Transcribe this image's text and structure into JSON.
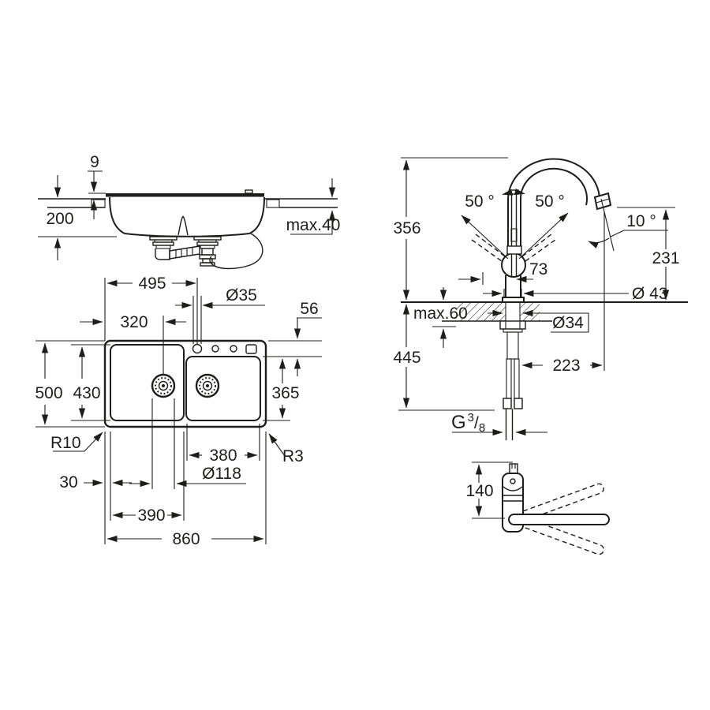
{
  "colors": {
    "line": "#1d1d1b",
    "background": "#ffffff"
  },
  "views": {
    "sink_side": {
      "dims": {
        "rim_above_counter": "9",
        "bowl_depth": "200",
        "countertop_max": "max.40"
      }
    },
    "sink_top": {
      "dims": {
        "tap_hole_from_left": "495",
        "tap_hole_dia": "Ø35",
        "rear_deck": "56",
        "drain_from_left": "320",
        "overall_depth": "500",
        "bowls_depth": "430",
        "right_bowl_depth": "365",
        "outer_radius": "R10",
        "bowl_radius": "R3",
        "side_margin": "30",
        "right_bowl_width": "380",
        "drain_dia": "Ø118",
        "left_bowl_width": "390",
        "overall_width": "860"
      }
    },
    "faucet": {
      "dims": {
        "height_to_spout_top": "356",
        "handle_swing_left": "50 °",
        "handle_swing_right": "50 °",
        "spout_angle": "10 °",
        "spout_outlet_height": "231",
        "handle_offset": "73",
        "base_dia": "Ø 43",
        "counter_max": "max.60",
        "shank_dia": "Ø34",
        "below_counter": "445",
        "spout_reach": "223",
        "supply_thread": {
          "prefix": "G",
          "numerator": "3",
          "slash": "/",
          "denominator": "8"
        }
      }
    },
    "handle_view": {
      "dims": {
        "body_height": "140"
      }
    }
  }
}
